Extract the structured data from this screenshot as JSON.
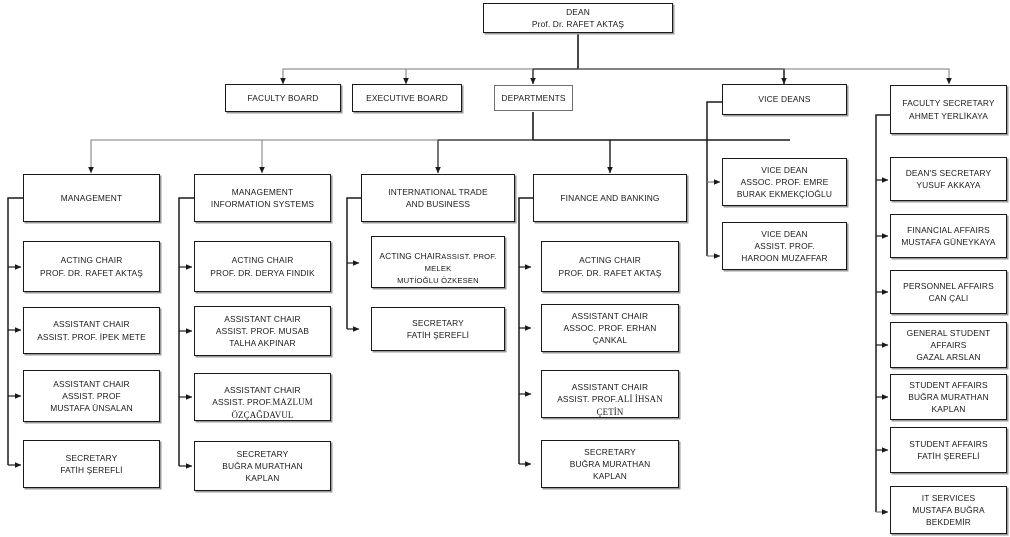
{
  "meta": {
    "title": "Faculty Organization Chart",
    "colors": {
      "box_border": "#1a1a1a",
      "box_shadow": "#9a9a9a",
      "selected_border": "#6f6f6f",
      "connector": "#1a1a1a",
      "connector_light": "#7a7a7a",
      "background": "#ffffff",
      "text": "#1a1a1a"
    }
  },
  "root": {
    "id": "dean",
    "label": "DEAN\nProf. Dr. RAFET AKTAŞ"
  },
  "top_level": [
    {
      "id": "faculty-board",
      "label": "FACULTY BOARD"
    },
    {
      "id": "executive-board",
      "label": "EXECUTIVE BOARD"
    },
    {
      "id": "departments",
      "label": "DEPARTMENTS",
      "selected": true
    },
    {
      "id": "vice-deans",
      "label": "VICE DEANS"
    },
    {
      "id": "faculty-secretary",
      "label": "FACULTY SECRETARY\nAHMET YERLİKAYA"
    }
  ],
  "departments": [
    {
      "id": "management",
      "header": "MANAGEMENT",
      "children": [
        {
          "id": "management-acting-chair",
          "label": "ACTING CHAIR\nPROF. DR. RAFET AKTAŞ"
        },
        {
          "id": "management-assistant-chair-1",
          "label": "ASSISTANT CHAIR\nASSIST. PROF. İPEK METE"
        },
        {
          "id": "management-assistant-chair-2",
          "label": "ASSISTANT CHAIR\nASSIST. PROF\nMUSTAFA ÜNSALAN"
        },
        {
          "id": "management-secretary",
          "label": "SECRETARY\nFATİH ŞEREFLİ"
        }
      ]
    },
    {
      "id": "management-information-systems",
      "header": "MANAGEMENT\nINFORMATION SYSTEMS",
      "children": [
        {
          "id": "mis-acting-chair",
          "label": "ACTING CHAIR\nPROF. DR. DERYA FINDIK"
        },
        {
          "id": "mis-assistant-chair-1",
          "label": "ASSISTANT CHAIR\nASSIST. PROF. MUSAB\nTALHA AKPINAR"
        },
        {
          "id": "mis-assistant-chair-2",
          "label_a": "ASSISTANT CHAIR\nASSIST. PROF.",
          "label_b": "MAZLUM\nÖZÇAĞDAVUL",
          "style": "mixed"
        },
        {
          "id": "mis-secretary",
          "label": "SECRETARY\nBUĞRA MURATHAN\nKAPLAN"
        }
      ]
    },
    {
      "id": "international-trade-and-business",
      "header": "INTERNATIONAL TRADE\nAND BUSINESS",
      "children": [
        {
          "id": "itb-acting-chair",
          "label_a": "ACTING CHAIR",
          "label_b": "ASSIST. PROF. MELEK\nMUTİOĞLU ÖZKESEN",
          "style": "condensed-second"
        },
        {
          "id": "itb-secretary",
          "label": "SECRETARY\nFATİH ŞEREFLİ"
        }
      ]
    },
    {
      "id": "finance-and-banking",
      "header": "FINANCE AND BANKING",
      "children": [
        {
          "id": "fb-acting-chair",
          "label": "ACTING CHAIR\nPROF. DR. RAFET AKTAŞ"
        },
        {
          "id": "fb-assistant-chair-1",
          "label": "ASSISTANT CHAIR\nASSOC. PROF. ERHAN\nÇANKAL"
        },
        {
          "id": "fb-assistant-chair-2",
          "label_a": "ASSISTANT CHAIR\nASSIST. PROF.",
          "label_b": "ALİ İHSAN\nÇETİN",
          "style": "mixed"
        },
        {
          "id": "fb-secretary",
          "label": "SECRETARY\nBUĞRA MURATHAN\nKAPLAN"
        }
      ]
    }
  ],
  "vice_deans": [
    {
      "id": "vice-dean-1",
      "label": "VICE DEAN\nASSOC. PROF. EMRE\nBURAK EKMEKÇİOĞLU"
    },
    {
      "id": "vice-dean-2",
      "label": "VICE DEAN\nASSIST. PROF.\nHAROON MUZAFFAR"
    }
  ],
  "secretariat": [
    {
      "id": "deans-secretary",
      "label": "DEAN'S SECRETARY\nYUSUF AKKAYA"
    },
    {
      "id": "financial-affairs",
      "label": "FINANCIAL AFFAIRS\nMUSTAFA GÜNEYKAYA"
    },
    {
      "id": "personnel-affairs",
      "label": "PERSONNEL AFFAIRS\nCAN ÇALI"
    },
    {
      "id": "general-student-affairs",
      "label": "GENERAL STUDENT\nAFFAIRS\nGAZAL ARSLAN"
    },
    {
      "id": "student-affairs-1",
      "label": "STUDENT AFFAIRS\nBUĞRA MURATHAN\nKAPLAN"
    },
    {
      "id": "student-affairs-2",
      "label": "STUDENT AFFAIRS\nFATİH ŞEREFLİ"
    },
    {
      "id": "it-services",
      "label": "IT SERVICES\nMUSTAFA BUĞRA\nBEKDEMİR"
    }
  ]
}
